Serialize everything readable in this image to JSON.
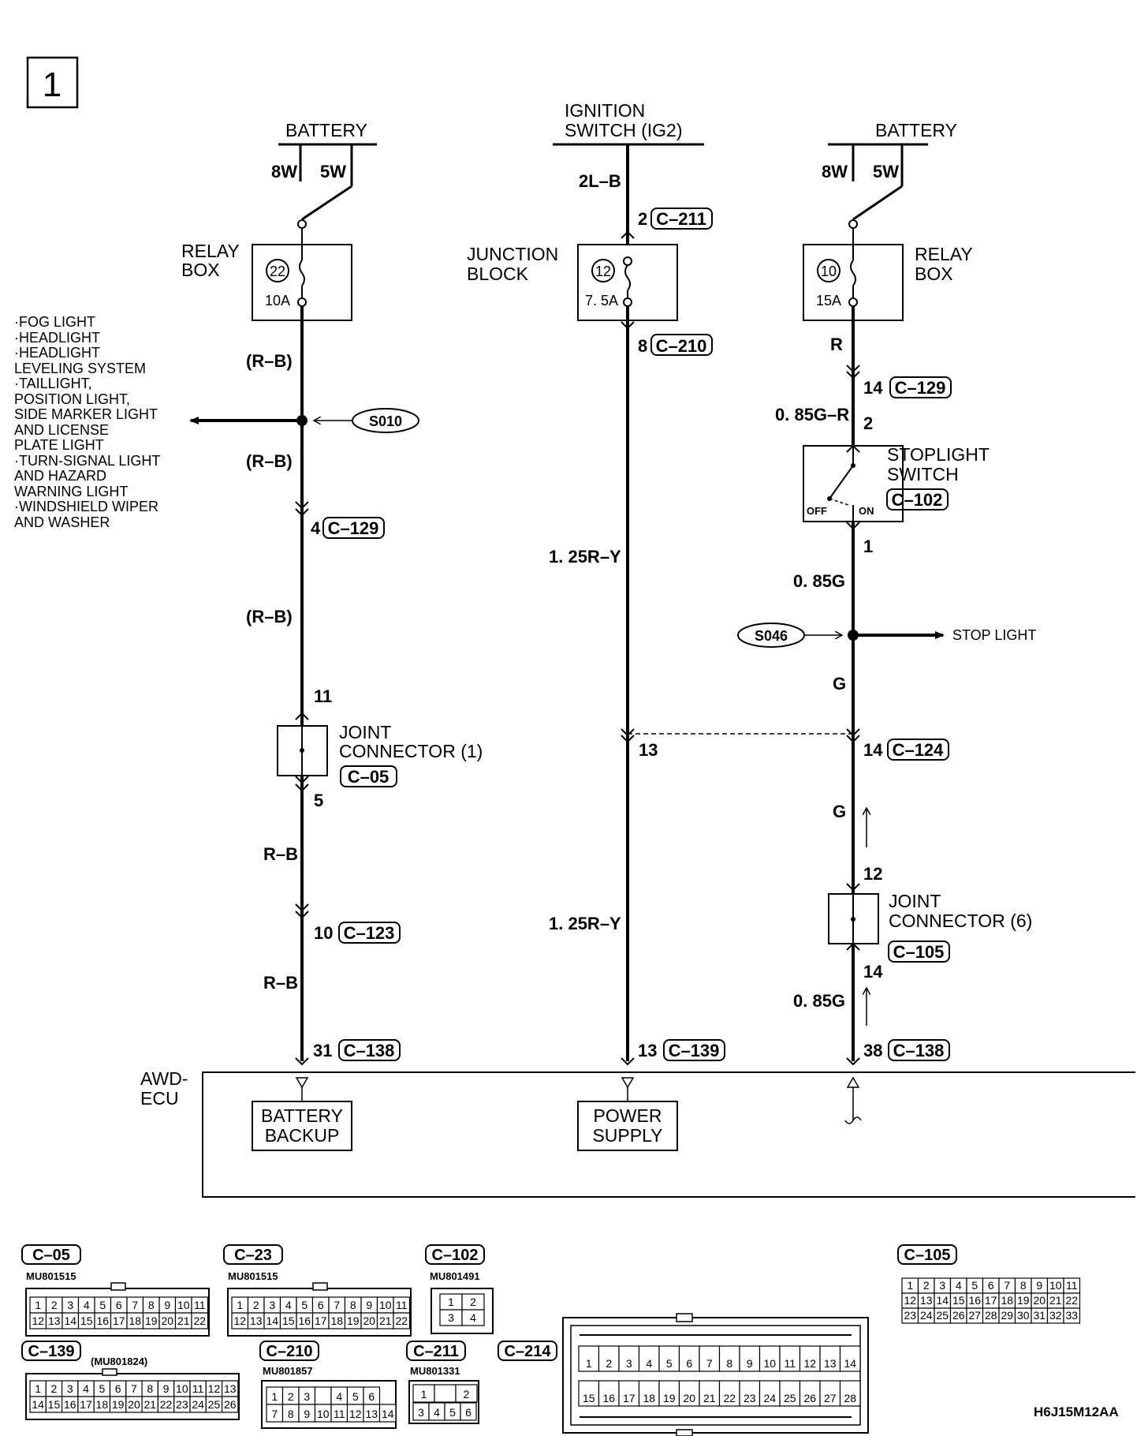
{
  "diagram": {
    "page_number": "1",
    "code": "H6J15M12AA"
  },
  "left_circuit": {
    "source": "BATTERY",
    "wire_8w": "8W",
    "wire_5w": "5W",
    "relay_box": "RELAY\nBOX",
    "relay_box_l1": "RELAY",
    "relay_box_l2": "BOX",
    "fuse_no": "22",
    "fuse_amp": "10A",
    "wire_rb1": "(R–B)",
    "wire_rb2": "(R–B)",
    "wire_rb3": "(R–B)",
    "splice": "S010",
    "loads": [
      "·FOG LIGHT",
      "·HEADLIGHT",
      "·HEADLIGHT",
      " LEVELING SYSTEM",
      "·TAILLIGHT,",
      " POSITION LIGHT,",
      " SIDE MARKER LIGHT",
      " AND LICENSE",
      " PLATE LIGHT",
      "·TURN-SIGNAL LIGHT",
      " AND HAZARD",
      " WARNING LIGHT",
      "·WINDSHIELD WIPER",
      " AND WASHER"
    ],
    "pin_c129": "4",
    "conn_c129": "C–129",
    "pin_11": "11",
    "joint_l1": "JOINT",
    "joint_l2": "CONNECTOR (1)",
    "conn_c05": "C–05",
    "pin_5": "5",
    "wire_rb4": "R–B",
    "pin_10": "10",
    "conn_c123": "C–123",
    "wire_rb5": "R–B",
    "pin_31": "31",
    "conn_c138a": "C–138"
  },
  "mid_circuit": {
    "source_l1": "IGNITION",
    "source_l2": "SWITCH (IG2)",
    "wire_2lb": "2L–B",
    "pin_2": "2",
    "conn_c211": "C–211",
    "junction_l1": "JUNCTION",
    "junction_l2": "BLOCK",
    "fuse_no": "12",
    "fuse_amp": "7. 5A",
    "pin_8": "8",
    "conn_c210": "C–210",
    "wire_125ry1": "1. 25R–Y",
    "pin_13": "13",
    "wire_125ry2": "1. 25R–Y",
    "pin_13b": "13",
    "conn_c139": "C–139"
  },
  "right_circuit": {
    "source": "BATTERY",
    "wire_8w": "8W",
    "wire_5w": "5W",
    "relay_l1": "RELAY",
    "relay_l2": "BOX",
    "fuse_no": "10",
    "fuse_amp": "15A",
    "wire_r": "R",
    "pin_14a": "14",
    "conn_c129": "C–129",
    "wire_085gr": "0. 85G–R",
    "pin_2": "2",
    "switch_l1": "STOPLIGHT",
    "switch_l2": "SWITCH",
    "conn_c102": "C–102",
    "off": "OFF",
    "on": "ON",
    "pin_1": "1",
    "wire_085g1": "0. 85G",
    "splice": "S046",
    "stop_light": "STOP LIGHT",
    "wire_g1": "G",
    "pin_14b": "14",
    "conn_c124": "C–124",
    "wire_g2": "G",
    "pin_12": "12",
    "joint_l1": "JOINT",
    "joint_l2": "CONNECTOR (6)",
    "conn_c105": "C–105",
    "pin_14c": "14",
    "wire_085g2": "0. 85G",
    "pin_38": "38",
    "conn_c138b": "C–138"
  },
  "ecu": {
    "label_l1": "AWD-",
    "label_l2": "ECU",
    "battery_backup_l1": "BATTERY",
    "battery_backup_l2": "BACKUP",
    "power_supply_l1": "POWER",
    "power_supply_l2": "SUPPLY"
  },
  "connectors": {
    "c05": {
      "name": "C–05",
      "part": "MU801515",
      "row1": [
        "1",
        "2",
        "3",
        "4",
        "5",
        "6",
        "7",
        "8",
        "9",
        "10",
        "11"
      ],
      "row2": [
        "12",
        "13",
        "14",
        "15",
        "16",
        "17",
        "18",
        "19",
        "20",
        "21",
        "22"
      ]
    },
    "c23": {
      "name": "C–23",
      "part": "MU801515",
      "row1": [
        "1",
        "2",
        "3",
        "4",
        "5",
        "6",
        "7",
        "8",
        "9",
        "10",
        "11"
      ],
      "row2": [
        "12",
        "13",
        "14",
        "15",
        "16",
        "17",
        "18",
        "19",
        "20",
        "21",
        "22"
      ]
    },
    "c102": {
      "name": "C–102",
      "part": "MU801491",
      "row1": [
        "1",
        "2"
      ],
      "row2": [
        "3",
        "4"
      ]
    },
    "c105": {
      "name": "C–105",
      "row1": [
        "1",
        "2",
        "3",
        "4",
        "5",
        "6",
        "7",
        "8",
        "9",
        "10",
        "11"
      ],
      "row2": [
        "12",
        "13",
        "14",
        "15",
        "16",
        "17",
        "18",
        "19",
        "20",
        "21",
        "22"
      ],
      "row3": [
        "23",
        "24",
        "25",
        "26",
        "27",
        "28",
        "29",
        "30",
        "31",
        "32",
        "33"
      ]
    },
    "c139": {
      "name": "C–139",
      "part": "(MU801824)",
      "row1": [
        "1",
        "2",
        "3",
        "4",
        "5",
        "6",
        "7",
        "8",
        "9",
        "10",
        "11",
        "12",
        "13"
      ],
      "row2": [
        "14",
        "15",
        "16",
        "17",
        "18",
        "19",
        "20",
        "21",
        "22",
        "23",
        "24",
        "25",
        "26"
      ]
    },
    "c210": {
      "name": "C–210",
      "part": "MU801857",
      "row1": [
        "1",
        "2",
        "3",
        "",
        "4",
        "5",
        "6"
      ],
      "row2": [
        "7",
        "8",
        "9",
        "10",
        "11",
        "12",
        "13",
        "14"
      ]
    },
    "c211": {
      "name": "C–211",
      "part": "MU801331",
      "row1": [
        "1",
        "",
        "2"
      ],
      "row2": [
        "3",
        "4",
        "5",
        "6"
      ]
    },
    "c214": {
      "name": "C–214",
      "row1": [
        "1",
        "2",
        "3",
        "4",
        "5",
        "6",
        "7",
        "8",
        "9",
        "10",
        "11",
        "12",
        "13",
        "14"
      ],
      "row2": [
        "15",
        "16",
        "17",
        "18",
        "19",
        "20",
        "21",
        "22",
        "23",
        "24",
        "25",
        "26",
        "27",
        "28"
      ]
    }
  }
}
